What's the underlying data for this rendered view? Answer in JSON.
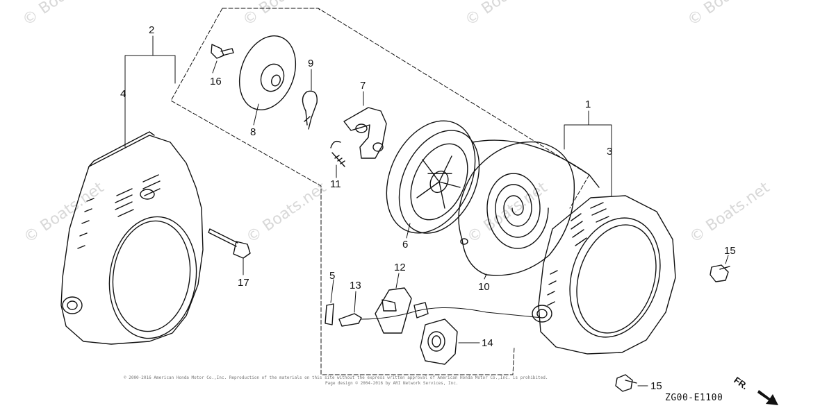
{
  "diagram": {
    "callouts": [
      "1",
      "2",
      "3",
      "4",
      "5",
      "6",
      "7",
      "8",
      "9",
      "10",
      "11",
      "12",
      "13",
      "14",
      "15",
      "15",
      "16",
      "17"
    ],
    "code": "ZG00-E1100",
    "direction": "FR.",
    "copyright_line1": "© 2000-2016 American Honda Motor Co.,Inc. Reproduction of the materials on this site without the express written approval of American Honda Motor Co.,Inc. is prohibited.",
    "copyright_line2": "Page design © 2004-2016 by ARI Network Services, Inc.",
    "watermark": "© Boats.net",
    "line_color": "#111111",
    "watermark_color": "#d8d8d8"
  }
}
